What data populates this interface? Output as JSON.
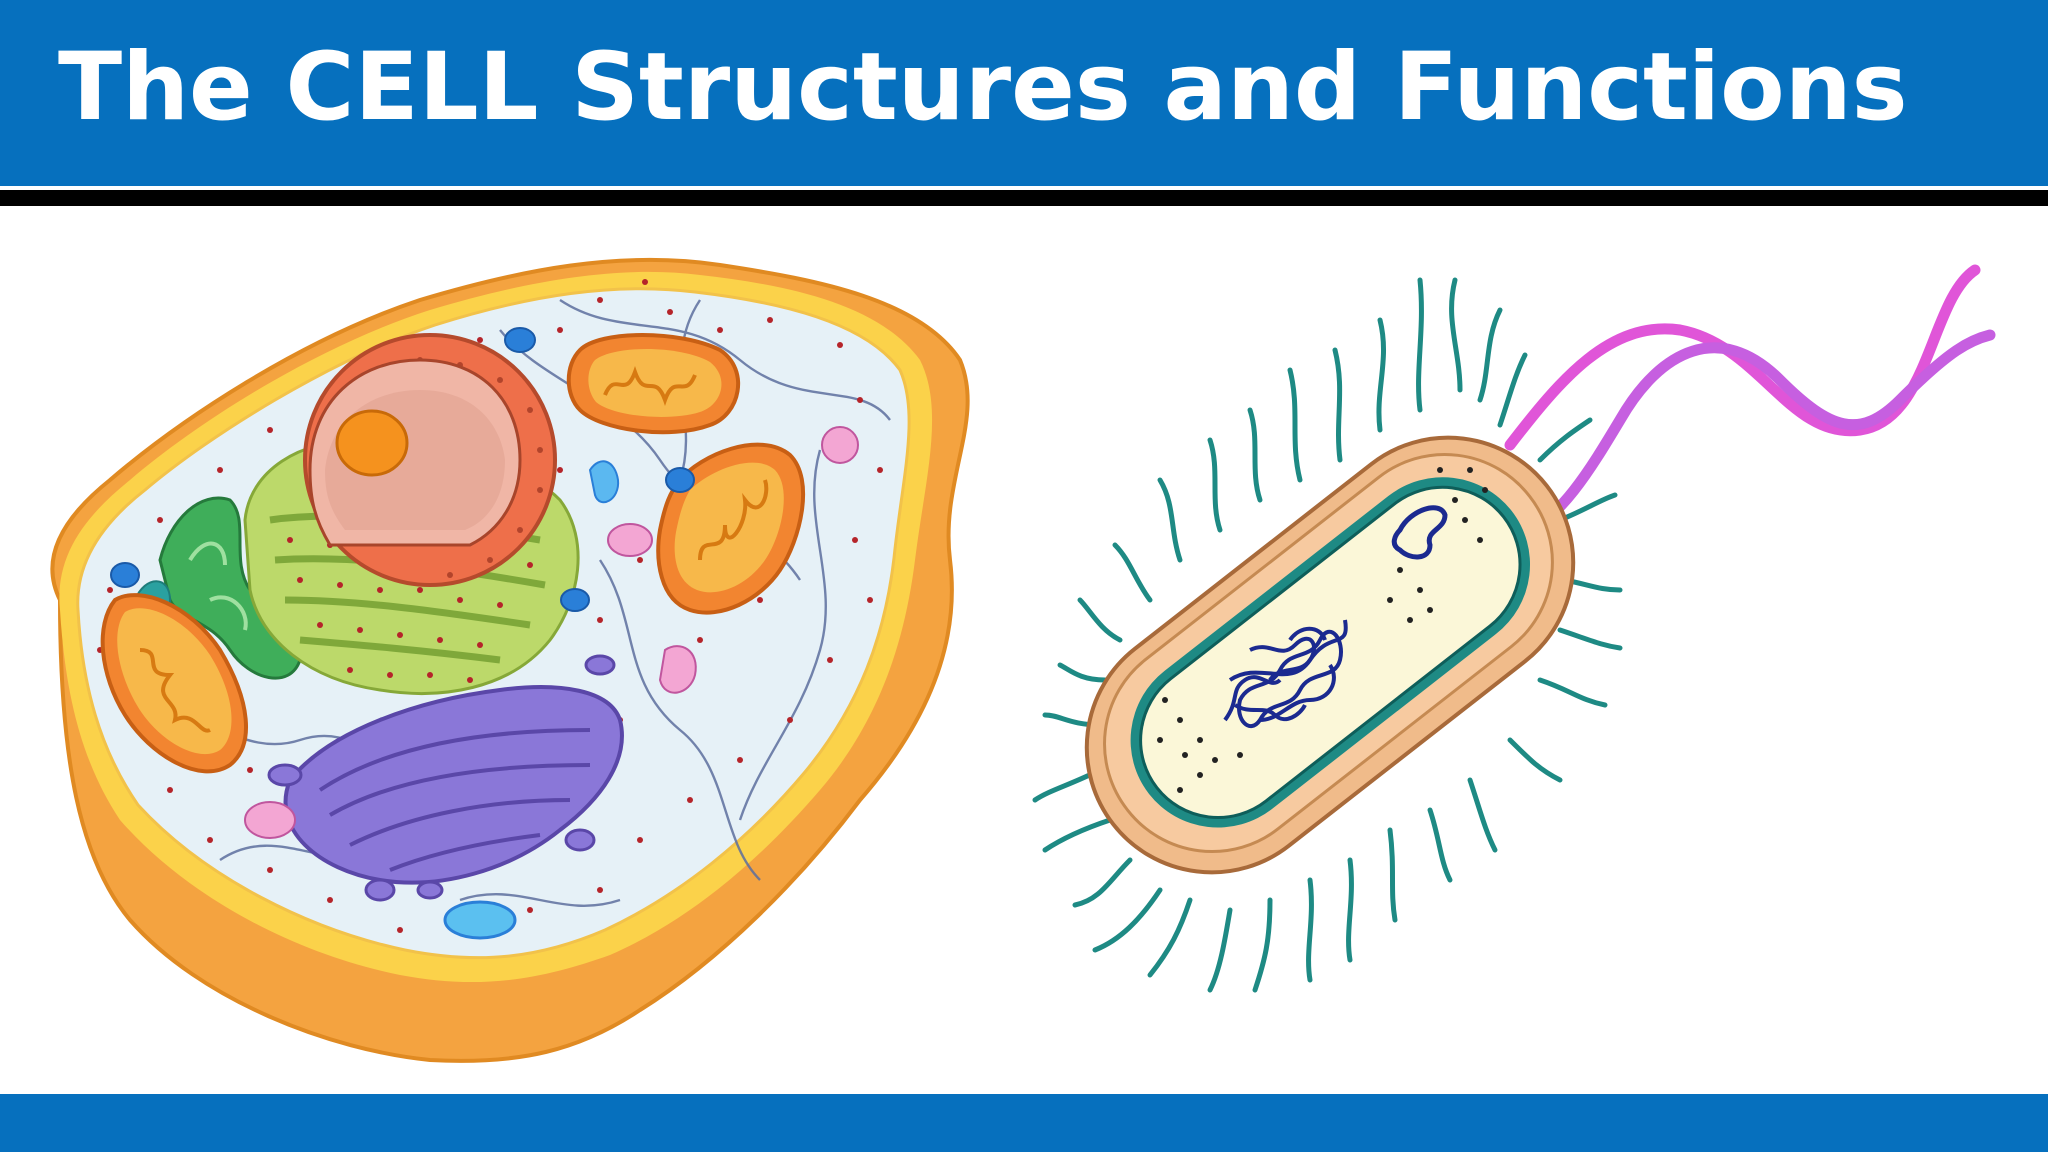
{
  "slide": {
    "title": "The CELL Structures and Functions"
  },
  "colors": {
    "header_blue": "#0670be",
    "divider_black": "#000000",
    "cell_membrane_orange": "#f4a340",
    "cytoplasm_blue": "#e6f1f7",
    "bacteria_body_tan": "#f0bb8a",
    "pili_teal": "#1e8a84",
    "flagellum_magenta": "#e055d8"
  },
  "illustrations": {
    "left": "animal-cell-illustration",
    "right": "bacterial-cell-illustration"
  }
}
